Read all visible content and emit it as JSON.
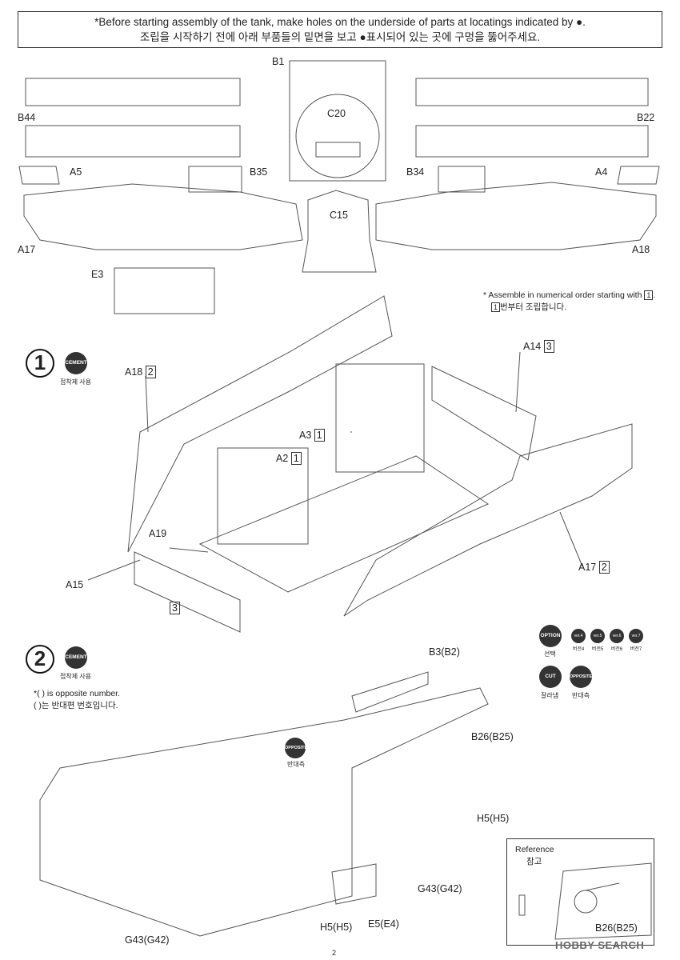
{
  "banner": {
    "line1": "*Before starting assembly of the tank, make holes on the underside of parts at locatings indicated by ●.",
    "line2": "조립을 시작하기 전에 아래 부품들의 밑면을 보고 ●표시되어 있는 곳에 구멍을 뚫어주세요."
  },
  "parts": {
    "b1": "B1",
    "c20": "C20",
    "b44": "B44",
    "b22": "B22",
    "a5": "A5",
    "b35": "B35",
    "b34": "B34",
    "a4": "A4",
    "c15": "C15",
    "a17": "A17",
    "a18": "A18",
    "e3": "E3"
  },
  "order_note": {
    "line1": "* Assemble in numerical order starting with",
    "line2": "번부터 조립합니다.",
    "box": "1"
  },
  "step1": {
    "number": "1",
    "cement": "CEMENT",
    "cement_ko": "접착제 사용",
    "a18": "A18",
    "a18n": "2",
    "a14": "A14",
    "a14n": "3",
    "a3": "A3",
    "a3n": "1",
    "a2": "A2",
    "a2n": "1",
    "a19": "A19",
    "a15": "A15",
    "a15n": "3",
    "a17": "A17",
    "a17n": "2"
  },
  "step2": {
    "number": "2",
    "cement": "CEMENT",
    "cement_ko": "접착제 사용",
    "opp_note1": "*(  ) is opposite number.",
    "opp_note2": "(  )는 반대편 번호입니다.",
    "opposite": "OPPOSITE",
    "opposite_ko": "반대측",
    "option": "OPTION",
    "option_ko": "선택",
    "cut": "CUT",
    "cut_ko": "잘라냄",
    "opposite2": "OPPOSITE",
    "opposite2_ko": "반대측",
    "b3": "B3(B2)",
    "b26": "B26(B25)",
    "h5a": "H5(H5)",
    "g43a": "G43(G42)",
    "e5": "E5(E4)",
    "h5b": "H5(H5)",
    "g43b": "G43(G42)"
  },
  "versions": [
    "ver.4",
    "ver.5",
    "ver.6",
    "ver.7"
  ],
  "versions_ko": [
    "버전4",
    "버전5",
    "버전6",
    "버전7"
  ],
  "reference": {
    "title": "Reference",
    "title_ko": "참고",
    "part": "B26(B25)"
  },
  "page_number": "2",
  "watermark": "HOBBY SEARCH"
}
